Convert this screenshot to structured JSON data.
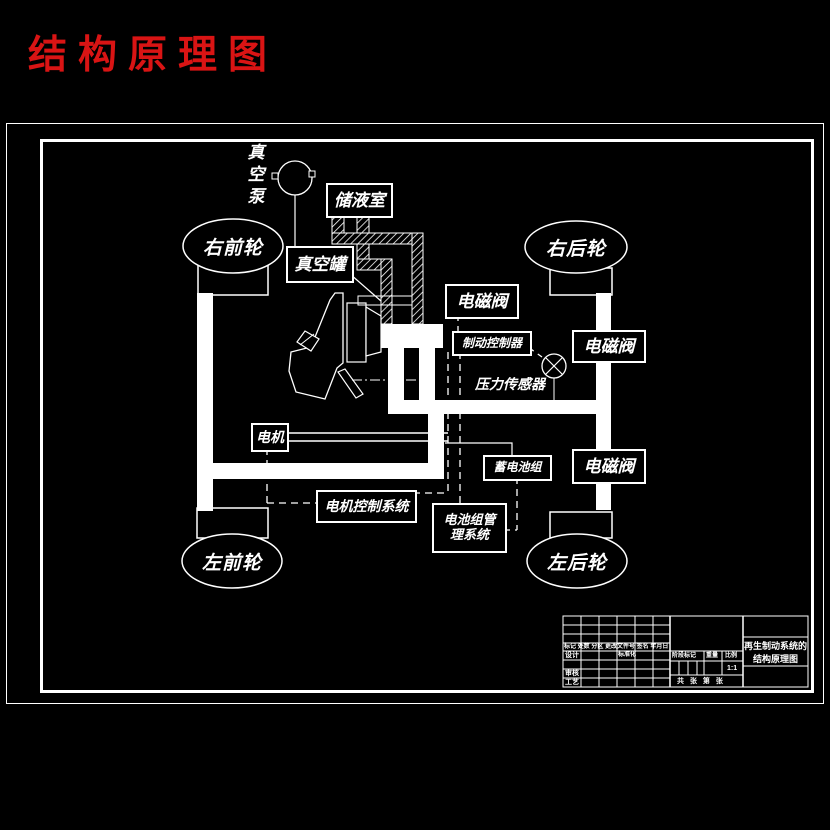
{
  "page": {
    "title": "结构原理图"
  },
  "colors": {
    "background": "#000000",
    "line": "#ffffff",
    "title_red": "#d91414"
  },
  "diagram": {
    "vacuum_pump": "真空泵",
    "reservoir": "储液室",
    "vacuum_tank": "真空罐",
    "solenoid_valve": "电磁阀",
    "brake_controller": "制动控制器",
    "pressure_sensor": "压力传感器",
    "motor": "电机",
    "motor_control_system": "电机控制系统",
    "battery_pack": "蓄电池组",
    "battery_mgmt_line1": "电池组管",
    "battery_mgmt_line2": "理系统",
    "wheels": {
      "front_right": "右前轮",
      "rear_right": "右后轮",
      "front_left": "左前轮",
      "rear_left": "左后轮"
    }
  },
  "title_block": {
    "revision_header": "标记 处数 分区 更改文件号 签名 年月日",
    "design": "设计",
    "standardization": "标准化",
    "review": "审核",
    "process": "工艺",
    "stage_mark": "阶段标记",
    "weight": "重量",
    "scale": "比例",
    "scale_value": "1:1",
    "sheet_info": "共 张 第 张",
    "drawing_title_line1": "再生制动系统的",
    "drawing_title_line2": "结构原理图"
  }
}
